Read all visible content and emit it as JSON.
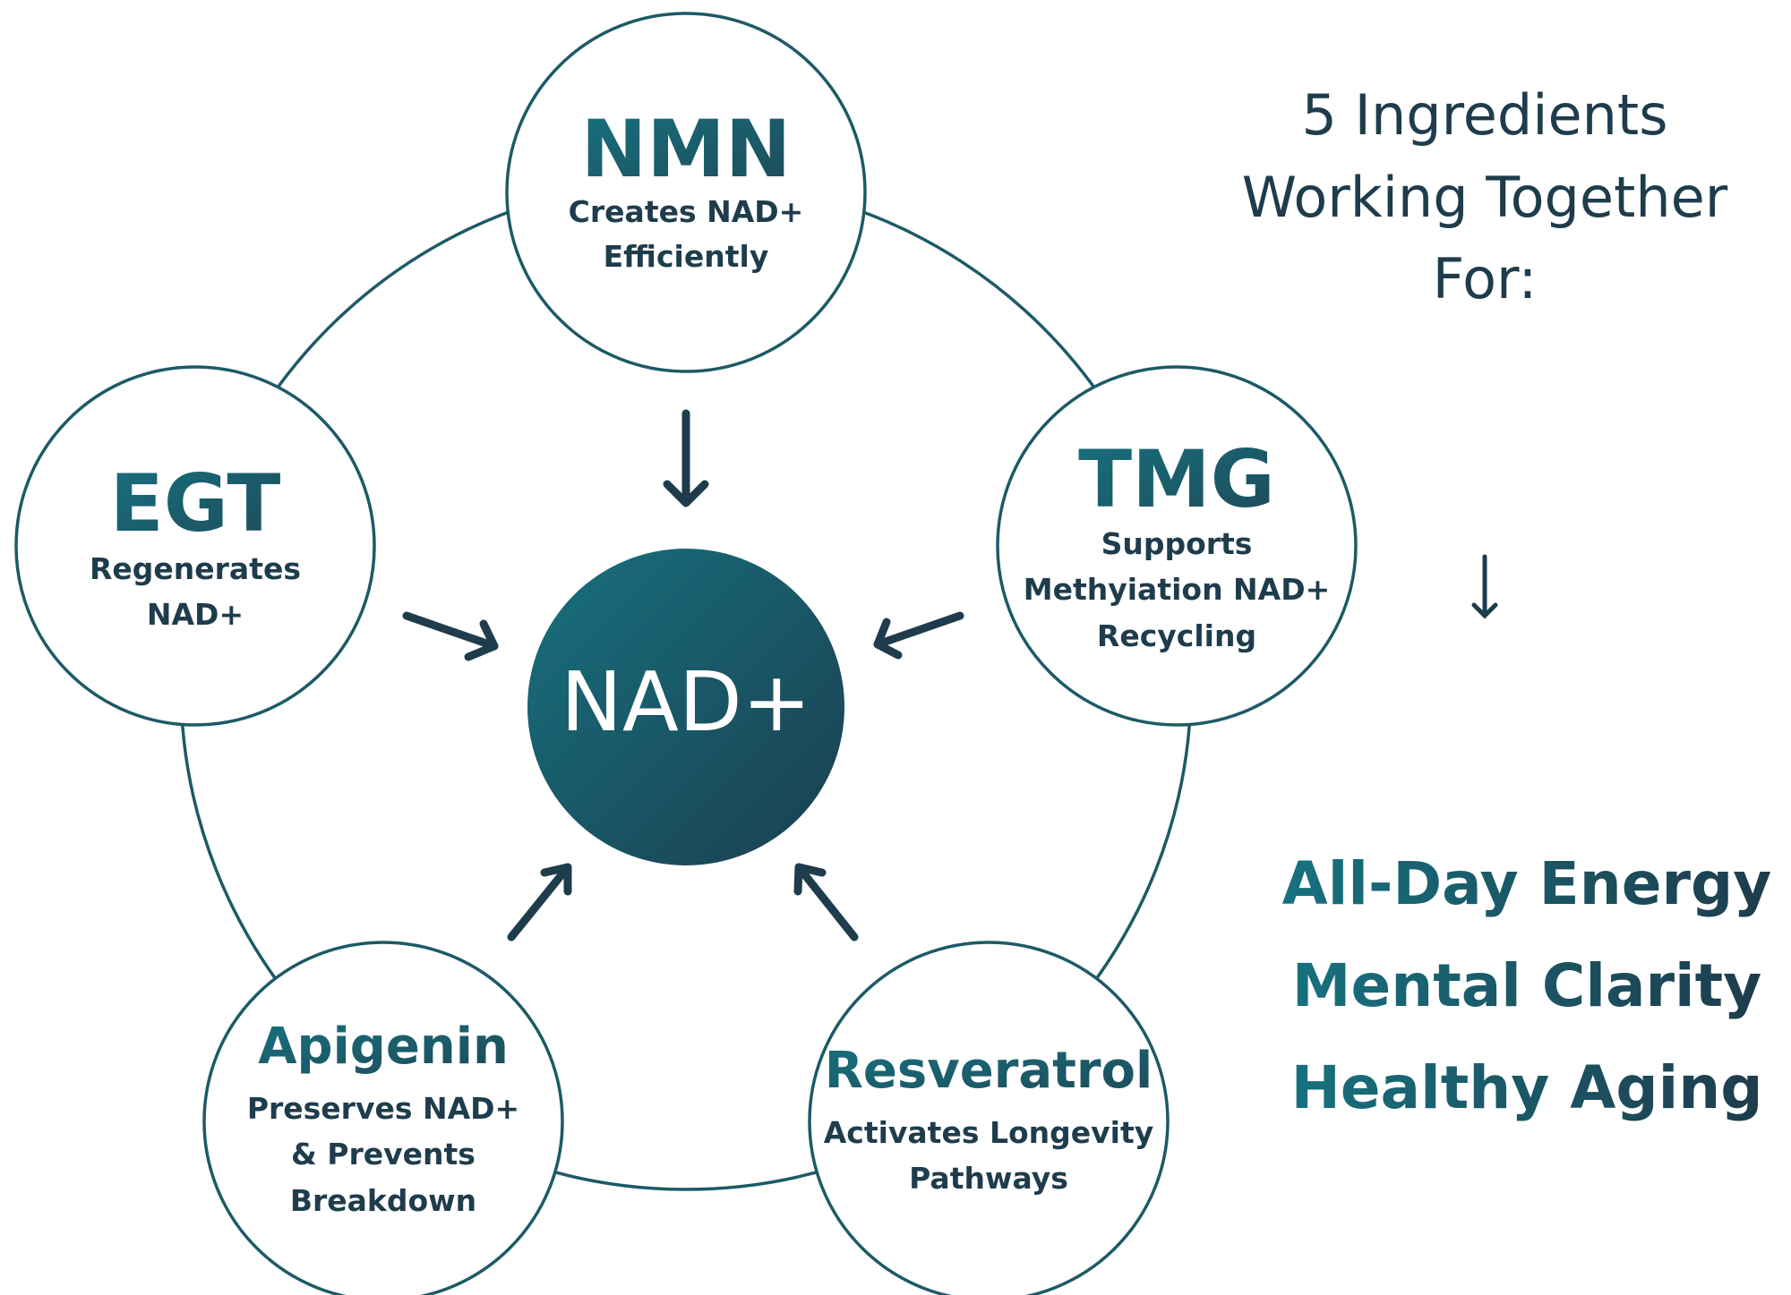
{
  "center": {
    "label": "NAD+"
  },
  "ingredients": [
    {
      "name": "NMN",
      "lines": [
        "Creates NAD+",
        "Efficiently"
      ]
    },
    {
      "name": "TMG",
      "lines": [
        "Supports",
        "Methyiation NAD+",
        "Recycling"
      ]
    },
    {
      "name": "Resveratrol",
      "lines": [
        "Activates Longevity",
        "Pathways"
      ]
    },
    {
      "name": "Apigenin",
      "lines": [
        "Preserves NAD+",
        "& Prevents",
        "Breakdown"
      ]
    },
    {
      "name": "EGT",
      "lines": [
        "Regenerates",
        "NAD+"
      ]
    }
  ],
  "headline": {
    "lines": [
      "5 Ingredients",
      "Working Together",
      "For:"
    ]
  },
  "benefits": [
    "All-Day Energy",
    "Mental Clarity",
    "Healthy Aging"
  ],
  "colors": {
    "teal": "#17717f",
    "navy": "#1e3c4c",
    "ring": "#1c5a66",
    "center_start": "#17707e",
    "center_end": "#1b3f50"
  }
}
